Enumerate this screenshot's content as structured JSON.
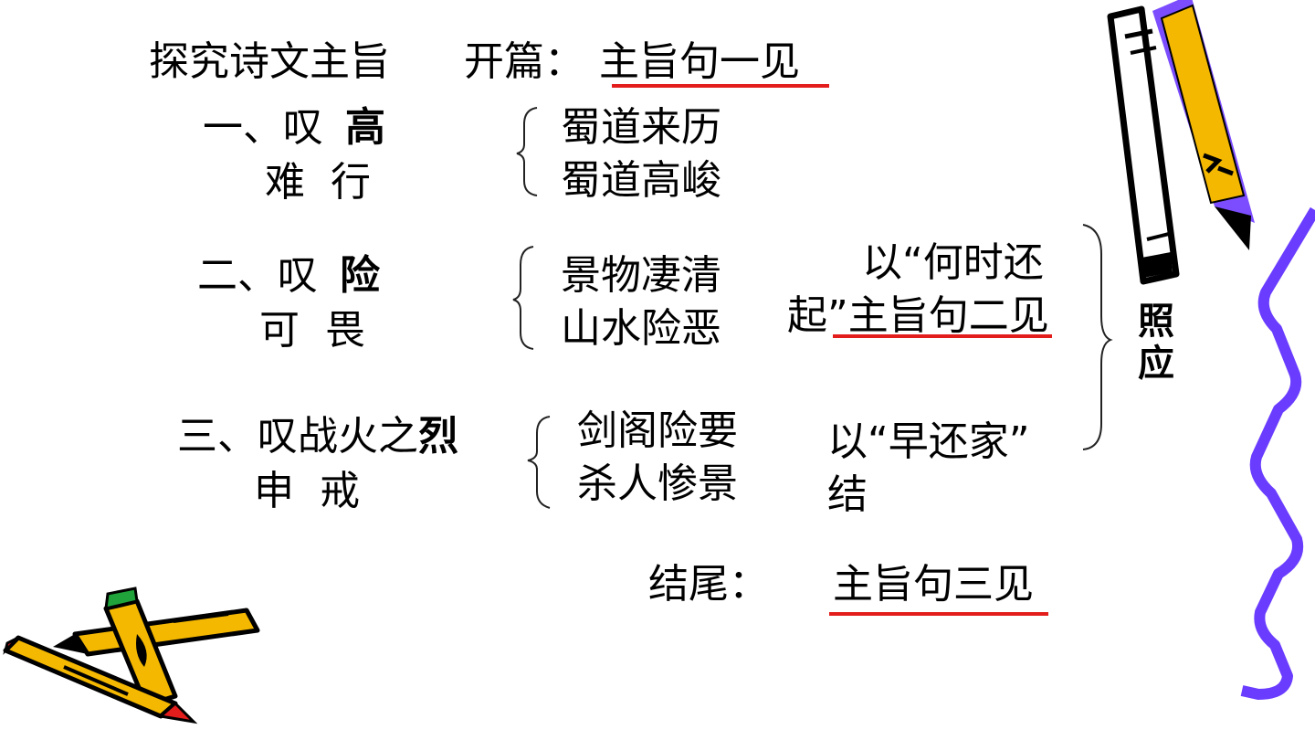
{
  "header": {
    "title": "探究诗文主旨",
    "opening_prefix": "开篇：",
    "opening_key": "主旨句一见"
  },
  "section1": {
    "heading_prefix": "一、叹",
    "heading_key": "高",
    "subtitle": "难  行",
    "points": [
      "蜀道来历",
      "蜀道高峻"
    ]
  },
  "section2": {
    "heading_prefix": "二、叹",
    "heading_key": "险",
    "subtitle": "可  畏",
    "points": [
      "景物凄清",
      "山水险恶"
    ],
    "note_line1": "以“何时还",
    "note_line2_prefix": "起”",
    "note_line2_key": "主旨句二见"
  },
  "section3": {
    "heading_prefix": "三、叹战火之",
    "heading_key": "烈",
    "subtitle": "申  戒",
    "points": [
      "剑阁险要",
      "杀人惨景"
    ],
    "note_line1": "以“早还家”",
    "note_line2": "结"
  },
  "side_label": [
    "照",
    "应"
  ],
  "ending": {
    "label": "结尾：",
    "key": "主旨句三见"
  },
  "colors": {
    "underline": "#e31c1c",
    "pencil_yellow": "#f5b800",
    "pen_purple": "#7b4dff",
    "squiggle": "#6a3cff"
  }
}
